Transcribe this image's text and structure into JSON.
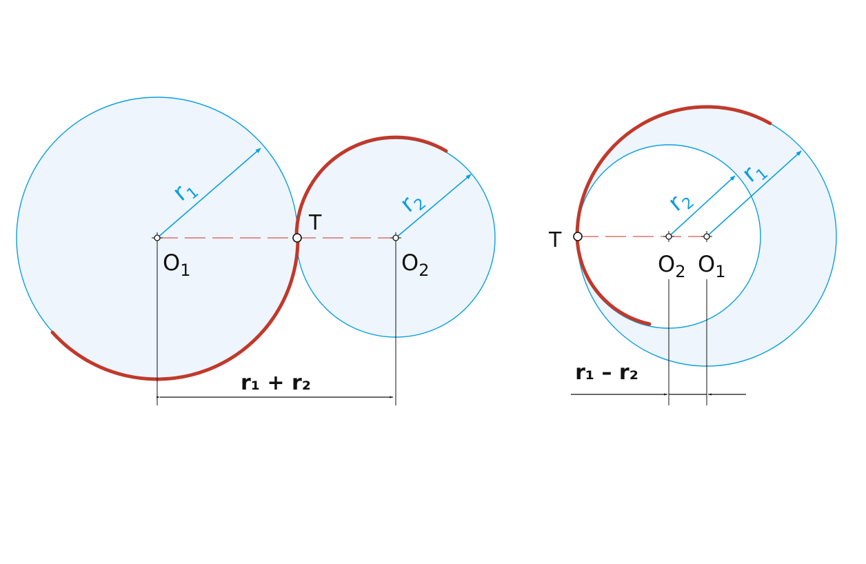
{
  "colors": {
    "circle_stroke": "#0a9ee0",
    "circle_fill": "#eef5fc",
    "arc": "#c0392b",
    "centerline": "#d9534f",
    "dimension": "#111111",
    "radius_arrow": "#0a9ee0"
  },
  "external": {
    "center1": "O",
    "center1_sub": "1",
    "center2": "O",
    "center2_sub": "2",
    "tangent_point": "T",
    "r1_base": "r",
    "r1_sub": "1",
    "r2_base": "r",
    "r2_sub": "2",
    "dim_label": "r₁ + r₂"
  },
  "internal": {
    "center1": "O",
    "center1_sub": "1",
    "center2": "O",
    "center2_sub": "2",
    "tangent_point": "T",
    "r1_base": "r",
    "r1_sub": "1",
    "r2_base": "r",
    "r2_sub": "2",
    "dim_label": "r₁ – r₂"
  }
}
